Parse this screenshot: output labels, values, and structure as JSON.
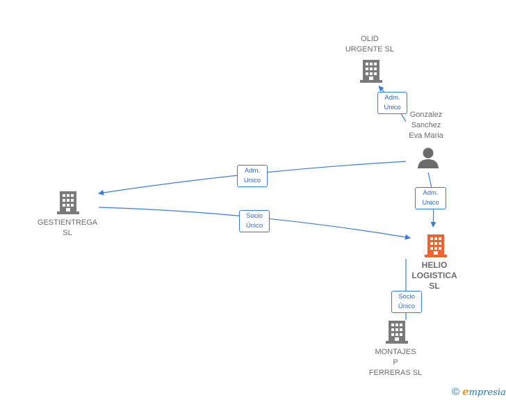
{
  "colors": {
    "edge": "#3a7bd5",
    "building": "#7a7a7a",
    "focus_building": "#f4622f",
    "person": "#6b6b6b"
  },
  "nodes": {
    "olid": {
      "label": "OLID\nURGENTE SL",
      "icon": "building-icon"
    },
    "gonzalez": {
      "label": "Gonzalez\nSanchez\nEva Maria",
      "icon": "person-icon"
    },
    "gestientrega": {
      "label": "GESTIENTREGA\nSL",
      "icon": "building-icon"
    },
    "helio": {
      "label": "HELIO\nLOGISTICA\nSL",
      "icon": "building-icon"
    },
    "montajes": {
      "label": "MONTAJES\nP\nFERRERAS SL",
      "icon": "building-icon"
    }
  },
  "edges": {
    "gonzalez_olid": {
      "line1": "Adm.",
      "line2": "Unico"
    },
    "gonzalez_gestientrega": {
      "line1": "Adm.",
      "line2": "Unico"
    },
    "gonzalez_helio": {
      "line1": "Adm.",
      "line2": "Unico"
    },
    "gestientrega_helio": {
      "line1": "Socio",
      "line2": "Único"
    },
    "montajes_helio": {
      "line1": "Socio",
      "line2": "Único"
    }
  },
  "footer": {
    "copyright": "©",
    "brand_initial": "e",
    "brand_rest": "mpresia"
  }
}
